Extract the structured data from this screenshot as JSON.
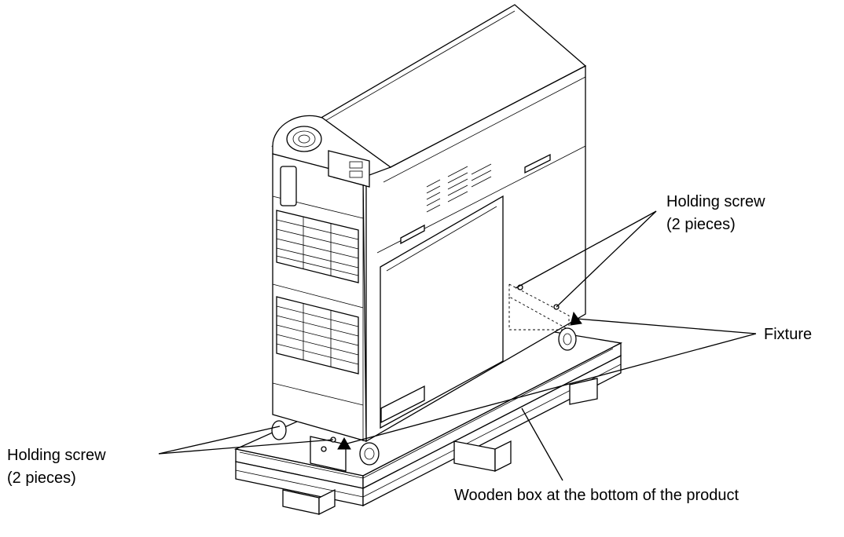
{
  "callouts": {
    "holding_screw_right": {
      "line1": "Holding screw",
      "line2": "(2 pieces)"
    },
    "holding_screw_left": {
      "line1": "Holding screw",
      "line2": "(2 pieces)"
    },
    "fixture": "Fixture",
    "wooden_box": "Wooden box at the bottom of the product"
  },
  "colors": {
    "line": "#000000",
    "background": "#ffffff"
  }
}
